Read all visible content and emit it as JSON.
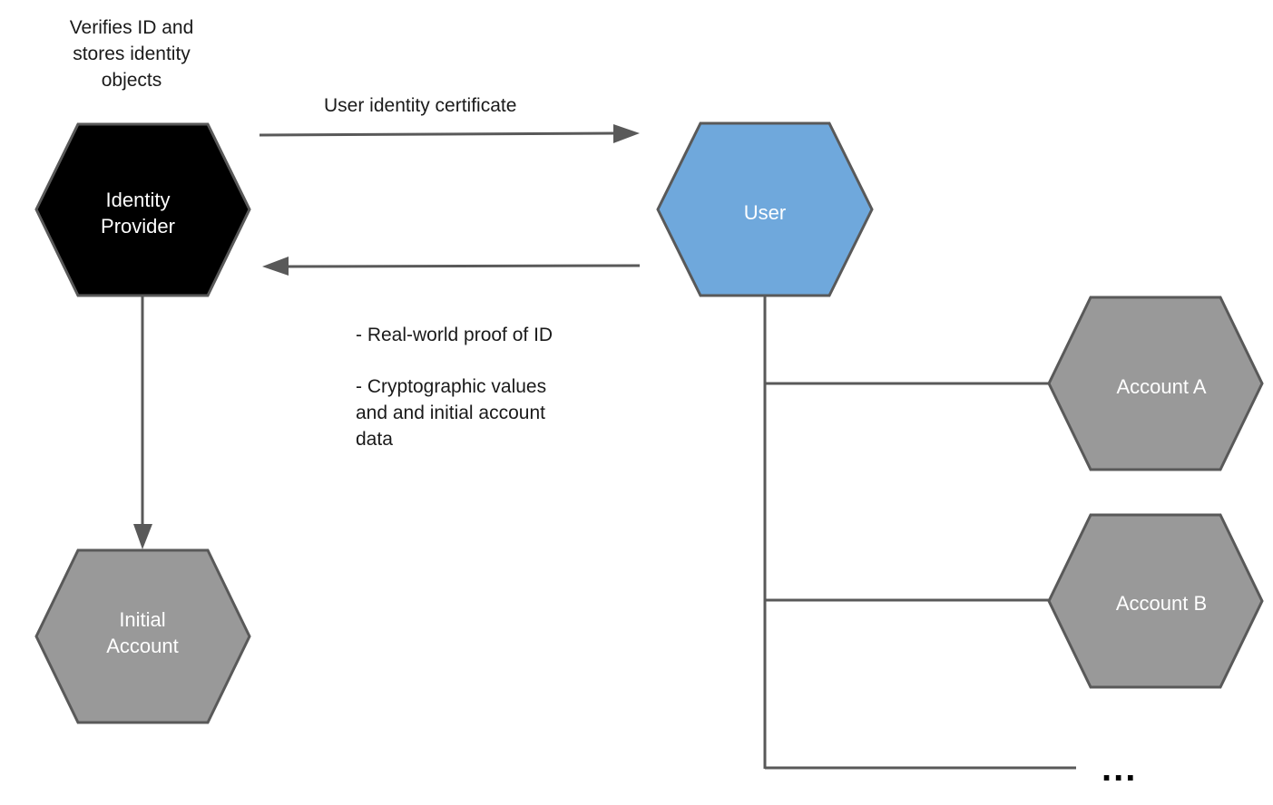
{
  "annotations": {
    "idp_description": [
      "Verifies ID and",
      "stores identity",
      "objects"
    ],
    "certificate_label": "User identity certificate",
    "proof_items": [
      "- Real-world proof of ID",
      "",
      "- Cryptographic values",
      "and and initial account",
      "data"
    ]
  },
  "nodes": {
    "identity_provider": {
      "lines": [
        "Identity",
        "Provider"
      ],
      "fill": "#000000"
    },
    "user": {
      "lines": [
        "User"
      ],
      "fill": "#6fa8dc"
    },
    "initial_account": {
      "lines": [
        "Initial",
        "Account"
      ],
      "fill": "#999999"
    },
    "account_a": {
      "lines": [
        "Account A"
      ],
      "fill": "#999999"
    },
    "account_b": {
      "lines": [
        "Account B"
      ],
      "fill": "#999999"
    }
  },
  "ellipsis": "...",
  "colors": {
    "stroke": "#595959",
    "background": "#ffffff"
  }
}
